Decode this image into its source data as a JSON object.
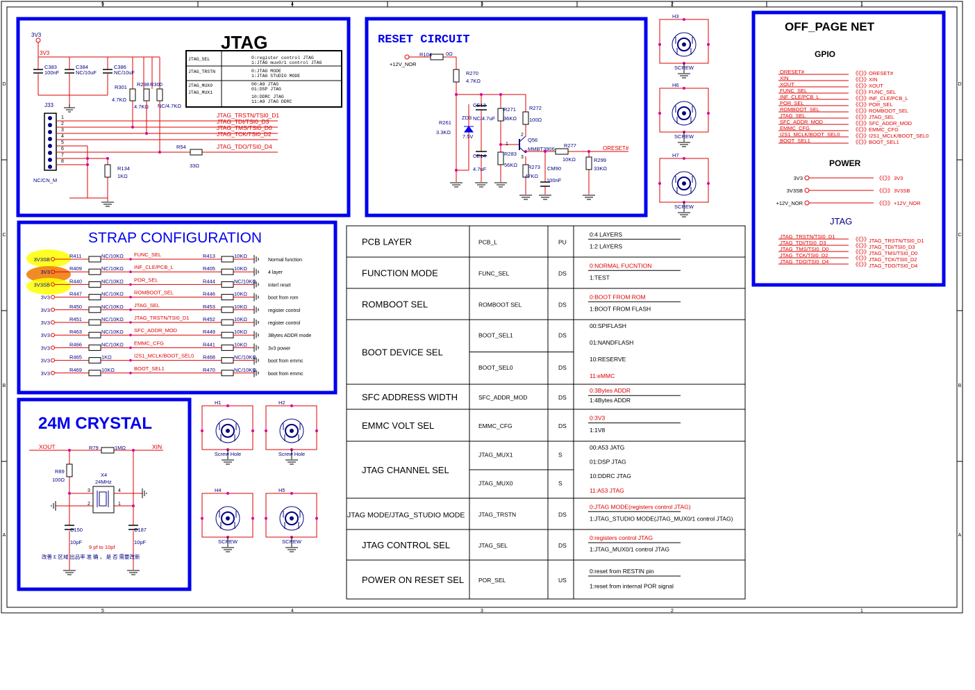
{
  "border": {
    "top_cols": [
      "5",
      "4",
      "3",
      "2",
      "1"
    ],
    "bottom_cols": [
      "5",
      "4",
      "3",
      "2",
      "1"
    ],
    "side_rows": [
      "D",
      "C",
      "B",
      "A"
    ]
  },
  "jtag": {
    "title": "JTAG",
    "v3v3_top": "3V3",
    "v3v3_net": "3V3",
    "caps": [
      {
        "ref": "C383",
        "val": "100nF"
      },
      {
        "ref": "C384",
        "val": "NC/10uF"
      },
      {
        "ref": "C386",
        "val": "NC/10uF"
      }
    ],
    "resistors": [
      {
        "ref": "R301",
        "val": "4.7KΩ"
      },
      {
        "ref": "R298",
        "val": "4.7KΩ"
      },
      {
        "ref": "R300",
        "val": "NC/4.7KΩ"
      }
    ],
    "connector": "J33",
    "connector_note": "NC/CN_M",
    "pins": [
      "1",
      "2",
      "3",
      "4",
      "5",
      "6",
      "7",
      "8"
    ],
    "nets": [
      "JTAG_TRSTN/TSI0_D1",
      "JTAG_TDI/TSI0_D3",
      "JTAG_TMS/TSI0_D0",
      "JTAG_TCK/TSI0_D2",
      "JTAG_TDO/TSI0_D4"
    ],
    "r54": {
      "ref": "R54",
      "val": "33Ω"
    },
    "r134": {
      "ref": "R134",
      "val": "1KΩ"
    },
    "table": [
      {
        "name": "JTAG_SEL",
        "desc": [
          "0:register control JTAG",
          "1:JTAG mux0/1 control JTAG"
        ]
      },
      {
        "name": "JTAG_TRSTN",
        "desc": [
          "0:JTAG MODE",
          "1:JTAG STUDIO MODE"
        ]
      },
      {
        "name": "JTAG_MUX0",
        "desc": [
          "00:A9 JTAG",
          "01:DSP JTAG"
        ]
      },
      {
        "name": "JTAG_MUX1",
        "desc": [
          "10:DDRC JTAG",
          "11:A9 JTAG DDRC"
        ]
      }
    ]
  },
  "reset": {
    "title": "RESET CIRCUIT",
    "supply": "+12V_NOR",
    "parts": {
      "r104": {
        "ref": "R104",
        "val": "0Ω"
      },
      "r270": {
        "ref": "R270",
        "val": "4.7KΩ"
      },
      "ce13": {
        "ref": "CE13",
        "val": "NC/4.7uF"
      },
      "r271": {
        "ref": "R271",
        "val": "36KΩ"
      },
      "r272": {
        "ref": "R272",
        "val": "100Ω"
      },
      "r261": {
        "ref": "R261",
        "val": "3.3KΩ"
      },
      "zd3": {
        "ref": "ZD3",
        "val": "7.5V"
      },
      "q56": {
        "ref": "Q56",
        "val": "MMBT3906"
      },
      "r277": {
        "ref": "R277",
        "val": "10KΩ"
      },
      "ce14": {
        "ref": "CE14",
        "val": "4.7uF"
      },
      "r283": {
        "ref": "R283",
        "val": "56KΩ"
      },
      "r273": {
        "ref": "R273",
        "val": "47KΩ"
      },
      "cm90": {
        "ref": "CM90",
        "val": "100nF"
      },
      "r299": {
        "ref": "R299",
        "val": "33KΩ"
      }
    },
    "q_pins": [
      "1",
      "2",
      "3"
    ],
    "out_net": "ORESET#"
  },
  "screws_top": [
    {
      "ref": "H3",
      "label": "SCREW"
    },
    {
      "ref": "H6",
      "label": "SCREW"
    },
    {
      "ref": "H7",
      "label": "SCREW"
    }
  ],
  "offpage": {
    "title": "OFF_PAGE  NET",
    "gpio_title": "GPIO",
    "gpio_left": [
      "ORESET#",
      "XIN",
      "XOUT",
      "FUNC_SEL",
      "INF_CLE/PCB_L",
      "POR_SEL",
      "ROMBOOT_SEL",
      "JTAG_SEL",
      "SFC_ADDR_MOD",
      "EMMC_CFG",
      "I2S1_MCLK/BOOT_SEL0",
      "BOOT_SEL1"
    ],
    "gpio_right": [
      "ORESET#",
      "XIN",
      "XOUT",
      "FUNC_SEL",
      "INF_CLE/PCB_L",
      "POR_SEL",
      "ROMBOOT_SEL",
      "JTAG_SEL",
      "SFC_ADDR_MOD",
      "EMMC_CFG",
      "I2S1_MCLK/BOOT_SEL0",
      "BOOT_SEL1"
    ],
    "power_title": "POWER",
    "power": [
      {
        "l": "3V3",
        "r": "3V3"
      },
      {
        "l": "3V3SB",
        "r": "3V3SB"
      },
      {
        "l": "+12V_NOR",
        "r": "+12V_NOR"
      }
    ],
    "jtag_title": "JTAG",
    "jtag_left": [
      "JTAG_TRSTN/TSI0_D1",
      "JTAG_TDI/TSI0_D3",
      "JTAG_TMS/TSI0_D0",
      "JTAG_TCK/TSI0_D2",
      "JTAG_TDO/TSI0_D4"
    ],
    "jtag_right": [
      "JTAG_TRSTN/TSI0_D1",
      "JTAG_TDI/TSI0_D3",
      "JTAG_TMS/TSI0_D0",
      "JTAG_TCK/TSI0_D2",
      "JTAG_TDO/TSI0_D4"
    ]
  },
  "strap": {
    "title": "STRAP CONFIGURATION",
    "rows": [
      {
        "pwr": "3V3SB",
        "r1": "R411",
        "v1": "NC/10KΩ",
        "net": "FUNC_SEL",
        "r2": "R413",
        "v2": "10KΩ",
        "note": "Normal  function"
      },
      {
        "pwr": "3V3",
        "r1": "R409",
        "v1": "NC/10KΩ",
        "net": "INF_CLE/PCB_L",
        "r2": "R405",
        "v2": "10KΩ",
        "note": "4 layer"
      },
      {
        "pwr": "3V3SB",
        "r1": "R440",
        "v1": "NC/10KΩ",
        "net": "POR_SEL",
        "r2": "R444",
        "v2": "NC/10KΩ",
        "note": "interl reset"
      },
      {
        "pwr": "3V3",
        "r1": "R447",
        "v1": "NC/10KΩ",
        "net": "ROMBOOT_SEL",
        "r2": "R446",
        "v2": "10KΩ",
        "note": "boot from rom"
      },
      {
        "pwr": "3V3",
        "r1": "R450",
        "v1": "NC/10KΩ",
        "net": "JTAG_SEL",
        "r2": "R453",
        "v2": "10KΩ",
        "note": "register control"
      },
      {
        "pwr": "3V3",
        "r1": "R451",
        "v1": "NC/10KΩ",
        "net": "JTAG_TRSTN/TSI0_D1",
        "r2": "R452",
        "v2": "10KΩ",
        "note": "register control"
      },
      {
        "pwr": "3V3",
        "r1": "R463",
        "v1": "NC/10KΩ",
        "net": "SFC_ADDR_MOD",
        "r2": "R449",
        "v2": "10KΩ",
        "note": "3Bytes  ADDR  mode"
      },
      {
        "pwr": "3V3",
        "r1": "R466",
        "v1": "NC/10KΩ",
        "net": "EMMC_CFG",
        "r2": "R441",
        "v2": "10KΩ",
        "note": "3v3 power"
      },
      {
        "pwr": "3V3",
        "r1": "R465",
        "v1": "1KΩ",
        "net": "I2S1_MCLK/BOOT_SEL0",
        "r2": "R468",
        "v2": "NC/10KΩ",
        "note": "boot  from  emmc"
      },
      {
        "pwr": "3V3",
        "r1": "R469",
        "v1": "10KΩ",
        "net": "BOOT_SEL1",
        "r2": "R470",
        "v2": "NC/10KΩ",
        "note": "boot  from  emmc"
      }
    ]
  },
  "config_table": [
    {
      "label": "PCB LAYER",
      "sigs": [
        {
          "name": "PCB_L",
          "type": "PU"
        }
      ],
      "opts": [
        {
          "t": "0:4 LAYERS",
          "red": false
        },
        {
          "t": "1:2 LAYERS",
          "red": false
        }
      ]
    },
    {
      "label": "FUNCTION MODE",
      "sigs": [
        {
          "name": "FUNC_SEL",
          "type": "DS"
        }
      ],
      "opts": [
        {
          "t": "0:NORMAL  FUCNTION",
          "red": true
        },
        {
          "t": "1:TEST",
          "red": false
        }
      ]
    },
    {
      "label": "ROMBOOT SEL",
      "sigs": [
        {
          "name": "ROMBOOT  SEL",
          "type": "DS"
        }
      ],
      "opts": [
        {
          "t": "0:BOOT  FROM  ROM",
          "red": true
        },
        {
          "t": "1:BOOT  FROM  FLASH",
          "red": false
        }
      ]
    },
    {
      "label": "BOOT DEVICE SEL",
      "sigs": [
        {
          "name": "BOOT_SEL1",
          "type": "DS"
        },
        {
          "name": "BOOT_SEL0",
          "type": "DS"
        }
      ],
      "opts": [
        {
          "t": "00:SPIFLASH",
          "red": false
        },
        {
          "t": "01:NANDFLASH",
          "red": false
        },
        {
          "t": "10:RESERVE",
          "red": false
        },
        {
          "t": "11:eMMC",
          "red": true
        }
      ]
    },
    {
      "label": "SFC ADDRESS WIDTH",
      "sigs": [
        {
          "name": "SFC_ADDR_MOD",
          "type": "DS"
        }
      ],
      "opts": [
        {
          "t": "0:3Bytes  ADDR",
          "red": true
        },
        {
          "t": "1:4Bytes  ADDR",
          "red": false
        }
      ]
    },
    {
      "label": "EMMC VOLT SEL",
      "sigs": [
        {
          "name": "EMMC_CFG",
          "type": "DS"
        }
      ],
      "opts": [
        {
          "t": "0:3V3",
          "red": true
        },
        {
          "t": "1:1V8",
          "red": false
        }
      ]
    },
    {
      "label": "JTAG CHANNEL SEL",
      "sigs": [
        {
          "name": "JTAG_MUX1",
          "type": "S"
        },
        {
          "name": "JTAG_MUX0",
          "type": "S"
        }
      ],
      "opts": [
        {
          "t": "00:A53  JATG",
          "red": false
        },
        {
          "t": "01:DSP  JTAG",
          "red": false
        },
        {
          "t": "10:DDRC  JTAG",
          "red": false
        },
        {
          "t": "11:A53  JTAG",
          "red": true
        }
      ]
    },
    {
      "label": "JTAG MODE/JTAG_STUDIO MODE",
      "sigs": [
        {
          "name": "JTAG_TRSTN",
          "type": "DS"
        }
      ],
      "opts": [
        {
          "t": "0:JTAG  MODE(registers  control  JTAG)",
          "red": true
        },
        {
          "t": "1:JTAG_STUDIO    MODE(JTAG_MUX0/1  control     JTAG)",
          "red": false
        }
      ]
    },
    {
      "label": "JTAG CONTROL SEL",
      "sigs": [
        {
          "name": "JTAG_SEL",
          "type": "DS"
        }
      ],
      "opts": [
        {
          "t": "0:registers  control  JTAG",
          "red": true
        },
        {
          "t": "1:JTAG_MUX0/1 control     JTAG",
          "red": false
        }
      ]
    },
    {
      "label": "POWER ON RESET SEL",
      "sigs": [
        {
          "name": "POR_SEL",
          "type": "US"
        }
      ],
      "opts": [
        {
          "t": "0:reset  from  RESTIN  pin",
          "red": false
        },
        {
          "t": "1:reset  from  internal  POR  signal",
          "red": false
        }
      ]
    }
  ],
  "crystal": {
    "title": "24M CRYSTAL",
    "xout": "XOUT",
    "xin": "XIN",
    "r79": {
      "ref": "R79",
      "val": "1MΩ"
    },
    "r89": {
      "ref": "R89",
      "val": "100Ω"
    },
    "x4": {
      "ref": "X4",
      "val": "24MHz"
    },
    "pins": [
      "3",
      "4",
      "2",
      "1"
    ],
    "c150": {
      "ref": "C150",
      "val": "10pF"
    },
    "c187": {
      "ref": "C187",
      "val": "10pF"
    },
    "note_red": "9 pf  to  10pf",
    "note_cn": "改善 E 区域 出品率 准 确 ， 是 否 需要改新"
  },
  "screws_bottom": [
    {
      "ref": "H1",
      "label": "Screw Hole"
    },
    {
      "ref": "H2",
      "label": "Screw Hole"
    },
    {
      "ref": "H4",
      "label": "SCREW"
    },
    {
      "ref": "H5",
      "label": "SCREW"
    }
  ],
  "colors": {
    "blue": "#0000ee",
    "red": "#dd0000",
    "maroon": "#990033",
    "navy": "#000080",
    "pin": "#dd0099"
  }
}
